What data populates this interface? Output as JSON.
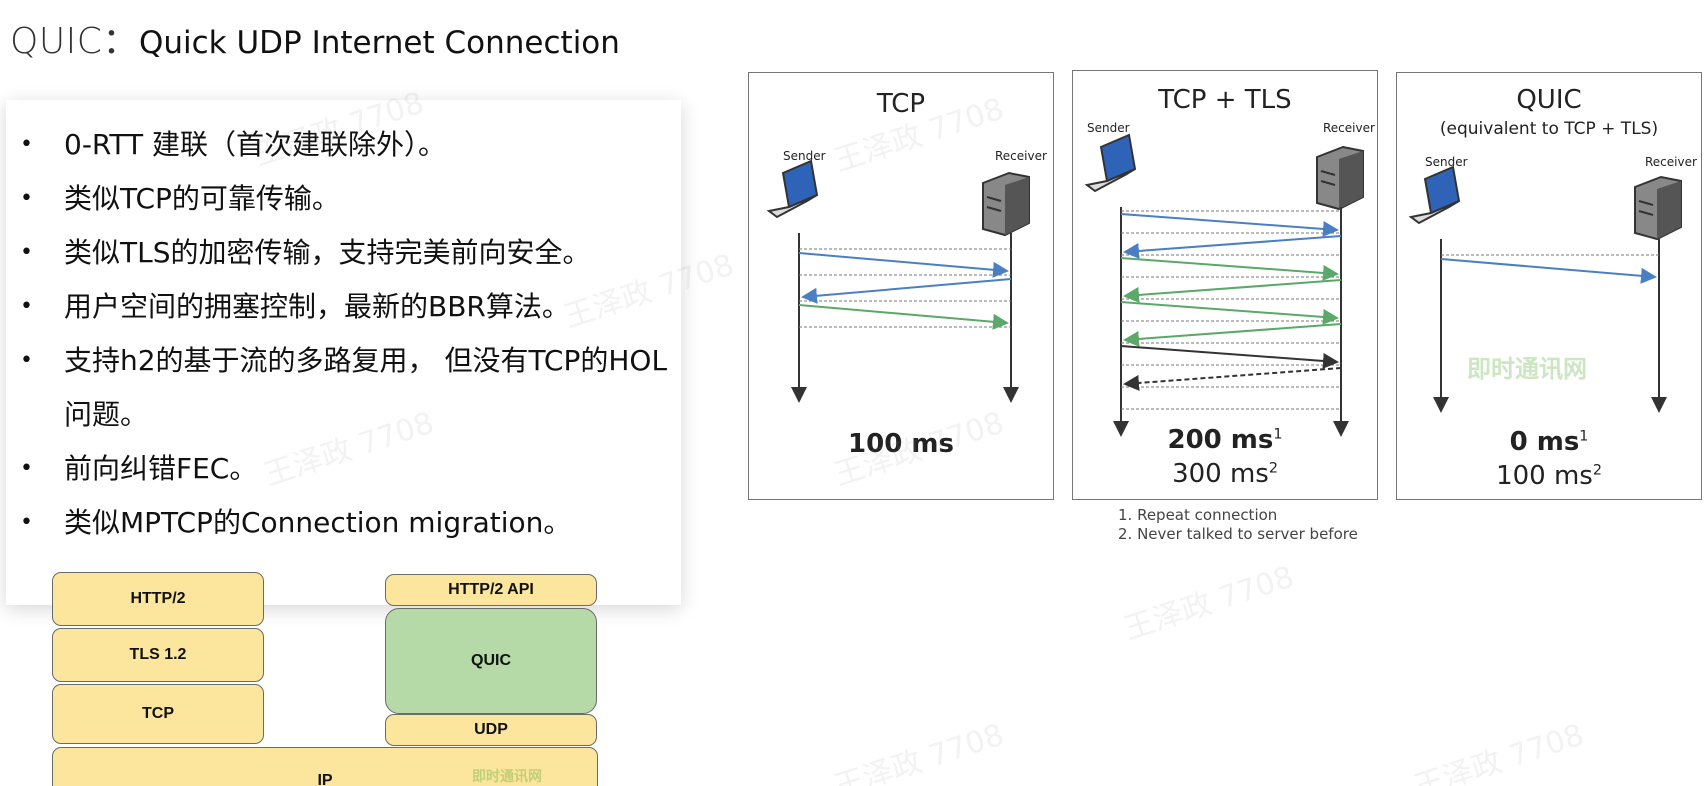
{
  "title": {
    "main": "QUIC：",
    "sub": "Quick UDP Internet Connection"
  },
  "bullets": [
    "0-RTT 建联（首次建联除外）。",
    "类似TCP的可靠传输。",
    "类似TLS的加密传输，支持完美前向安全。",
    "用户空间的拥塞控制，最新的BBR算法。",
    "支持h2的基于流的多路复用， 但没有TCP的HOL问题。",
    "前向纠错FEC。",
    "类似MPTCP的Connection migration。"
  ],
  "bullet_marker": "•",
  "stack": {
    "left": [
      "HTTP/2",
      "TLS 1.2",
      "TCP"
    ],
    "right": [
      "HTTP/2 API",
      "QUIC",
      "UDP"
    ],
    "base": "IP",
    "colors": {
      "layer": "#fce59c",
      "quic": "#b6d9a8"
    }
  },
  "panels": [
    {
      "title": "TCP",
      "subtitle": "",
      "sender": "Sender",
      "receiver": "Receiver",
      "latency_main": "100 ms",
      "main_sup": "",
      "latency_second": "",
      "second_sup": ""
    },
    {
      "title": "TCP + TLS",
      "subtitle": "",
      "sender": "Sender",
      "receiver": "Receiver",
      "latency_main": "200 ms",
      "main_sup": "1",
      "latency_second": "300 ms",
      "second_sup": "2"
    },
    {
      "title": "QUIC",
      "subtitle": "(equivalent to TCP + TLS)",
      "sender": "Sender",
      "receiver": "Receiver",
      "latency_main": "0 ms",
      "main_sup": "1",
      "latency_second": "100 ms",
      "second_sup": "2"
    }
  ],
  "footnotes": [
    "1. Repeat connection",
    "2. Never talked to server before"
  ],
  "colors": {
    "arrow_blue": "#4a7fc4",
    "arrow_green": "#5aa86a",
    "arrow_dark": "#333333"
  },
  "watermark": {
    "text": "王泽政 7708",
    "logo": "即时通讯网"
  }
}
